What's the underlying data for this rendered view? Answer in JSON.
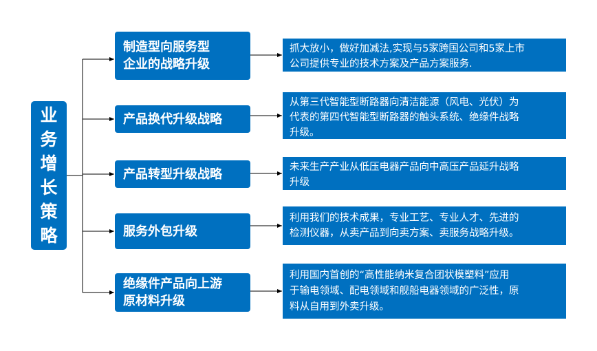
{
  "root": {
    "label": [
      "业",
      "务",
      "增",
      "长",
      "策",
      "略"
    ]
  },
  "branches": [
    {
      "title": [
        "制造型向服务型",
        "企业的战略升级"
      ],
      "desc": [
        "抓大放小，做好加减法,实现与5家跨国公司和5家上市",
        "公司提供专业的技术方案及产品方案服务."
      ]
    },
    {
      "title": [
        "产品换代升级战略"
      ],
      "desc": [
        "从第三代智能型断路器向清洁能源（风电、光伏）为",
        "代表的第四代智能型断路器的触头系统、绝缘件战略",
        "升级。"
      ]
    },
    {
      "title": [
        "产品转型升级战略"
      ],
      "desc": [
        "未来生产产业从低压电器产品向中高压产品延升战略",
        "升级"
      ]
    },
    {
      "title": [
        "服务外包升级"
      ],
      "desc": [
        "利用我们的技术成果，专业工艺、专业人才、先进的",
        "检测仪器，从卖产品到向卖方案、卖服务战略升级。"
      ]
    },
    {
      "title": [
        "绝缘件产品向上游",
        "原材料升级"
      ],
      "desc": [
        "利用国内首创的“高性能纳米复合团状模塑料”应用",
        "于输电领域、配电领域和舰船电器领域的广泛性，原",
        "料从自用到外卖升级。"
      ]
    }
  ],
  "colors": {
    "box": "#0070c0",
    "line": "#000000"
  }
}
